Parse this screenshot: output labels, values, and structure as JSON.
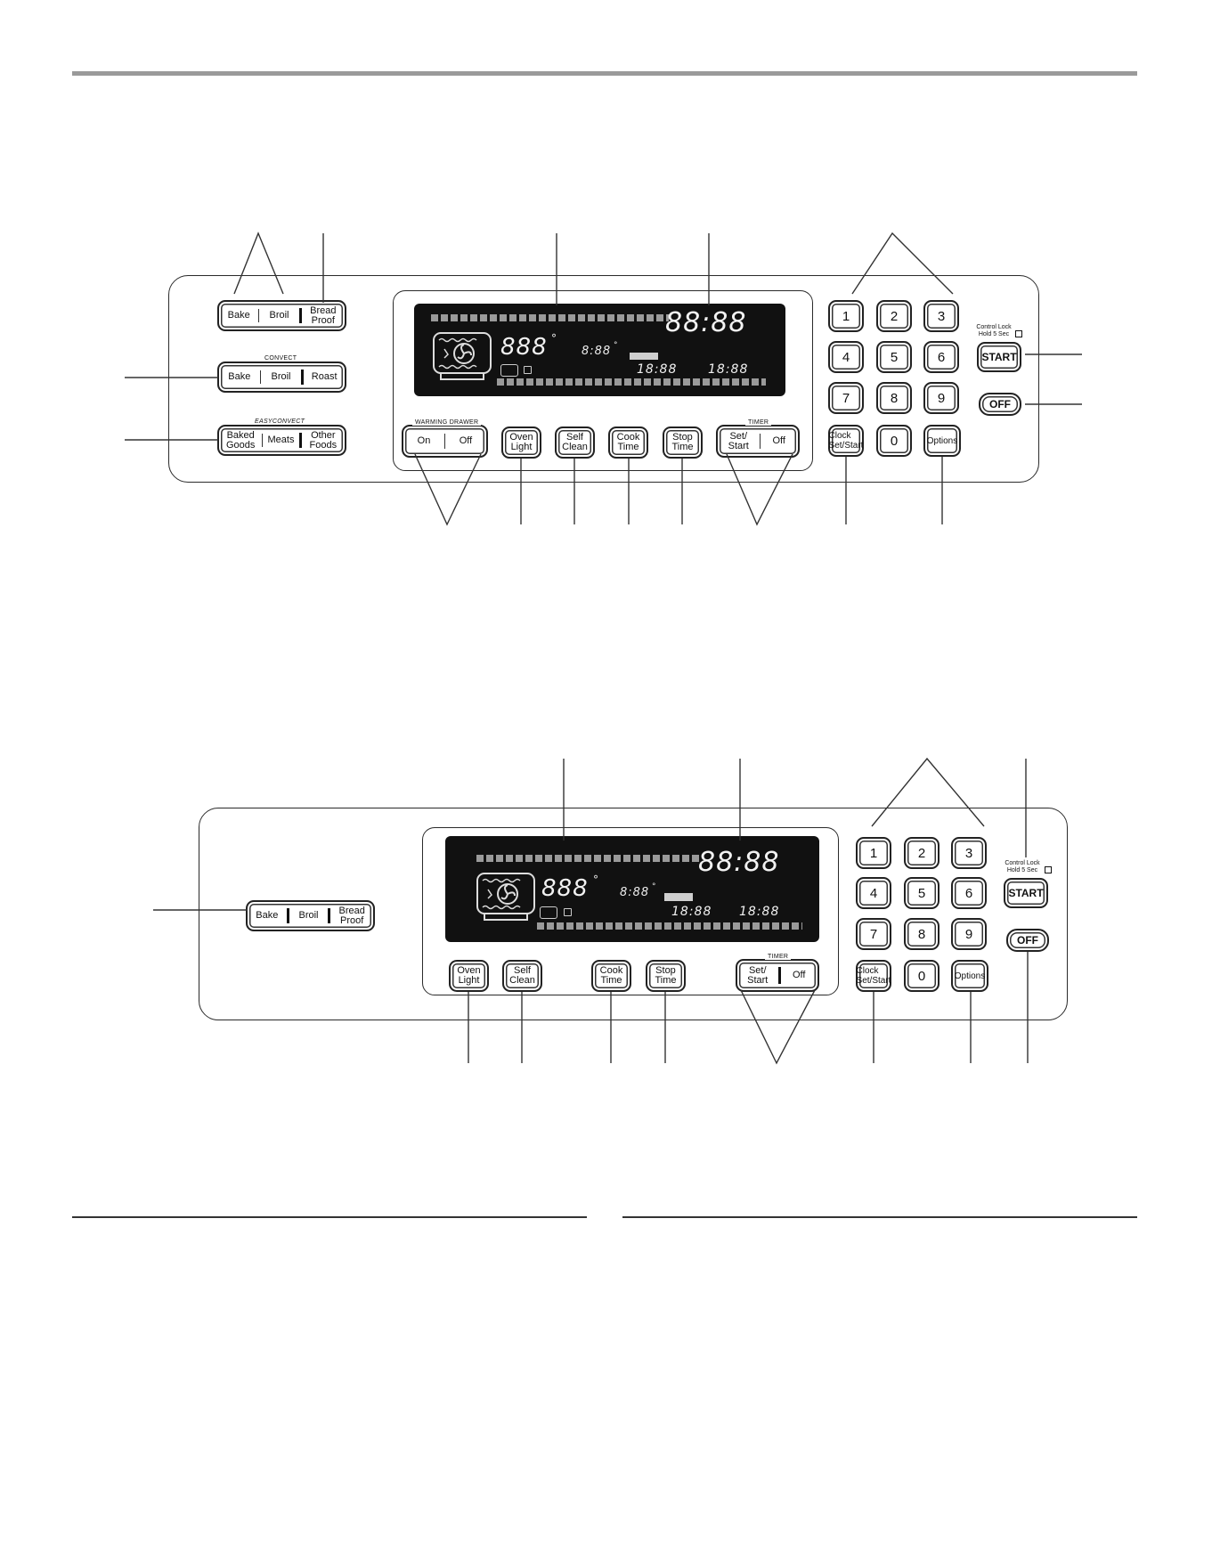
{
  "panel_top": {
    "left_groups": {
      "top": [
        "Bake",
        "Broil",
        "Bread Proof"
      ],
      "convect_label": "CONVECT",
      "convect": [
        "Bake",
        "Broil",
        "Roast"
      ],
      "easyconvect_label": "EASYCONVECT",
      "easyconvect": [
        "Baked Goods",
        "Meats",
        "Other Foods"
      ]
    },
    "display": {
      "clock": "88:88",
      "temp": "888",
      "small_temp": "8:88",
      "time_a": "18:88",
      "time_b": "18:88",
      "degree": "°"
    },
    "warming_drawer_label": "WARMING DRAWER",
    "warming_drawer": [
      "On",
      "Off"
    ],
    "buttons": [
      "Oven Light",
      "Self Clean",
      "Cook Time",
      "Stop Time"
    ],
    "timer_label": "TIMER",
    "timer": [
      "Set/ Start",
      "Off"
    ],
    "keypad": [
      "1",
      "2",
      "3",
      "4",
      "5",
      "6",
      "7",
      "8",
      "9",
      "Clock Set/Start",
      "0",
      "Options"
    ],
    "control_lock": "Control Lock Hold 5 Sec",
    "start": "START",
    "off": "OFF"
  },
  "panel_bottom": {
    "left_group": [
      "Bake",
      "Broil",
      "Bread Proof"
    ],
    "display": {
      "clock": "88:88",
      "temp": "888",
      "small_temp": "8:88",
      "time_a": "18:88",
      "time_b": "18:88",
      "degree": "°"
    },
    "buttons": [
      "Oven Light",
      "Self Clean",
      "Cook Time",
      "Stop Time"
    ],
    "timer_label": "TIMER",
    "timer": [
      "Set/ Start",
      "Off"
    ],
    "keypad": [
      "1",
      "2",
      "3",
      "4",
      "5",
      "6",
      "7",
      "8",
      "9",
      "Clock Set/Start",
      "0",
      "Options"
    ],
    "control_lock": "Control Lock Hold 5 Sec",
    "start": "START",
    "off": "OFF"
  }
}
